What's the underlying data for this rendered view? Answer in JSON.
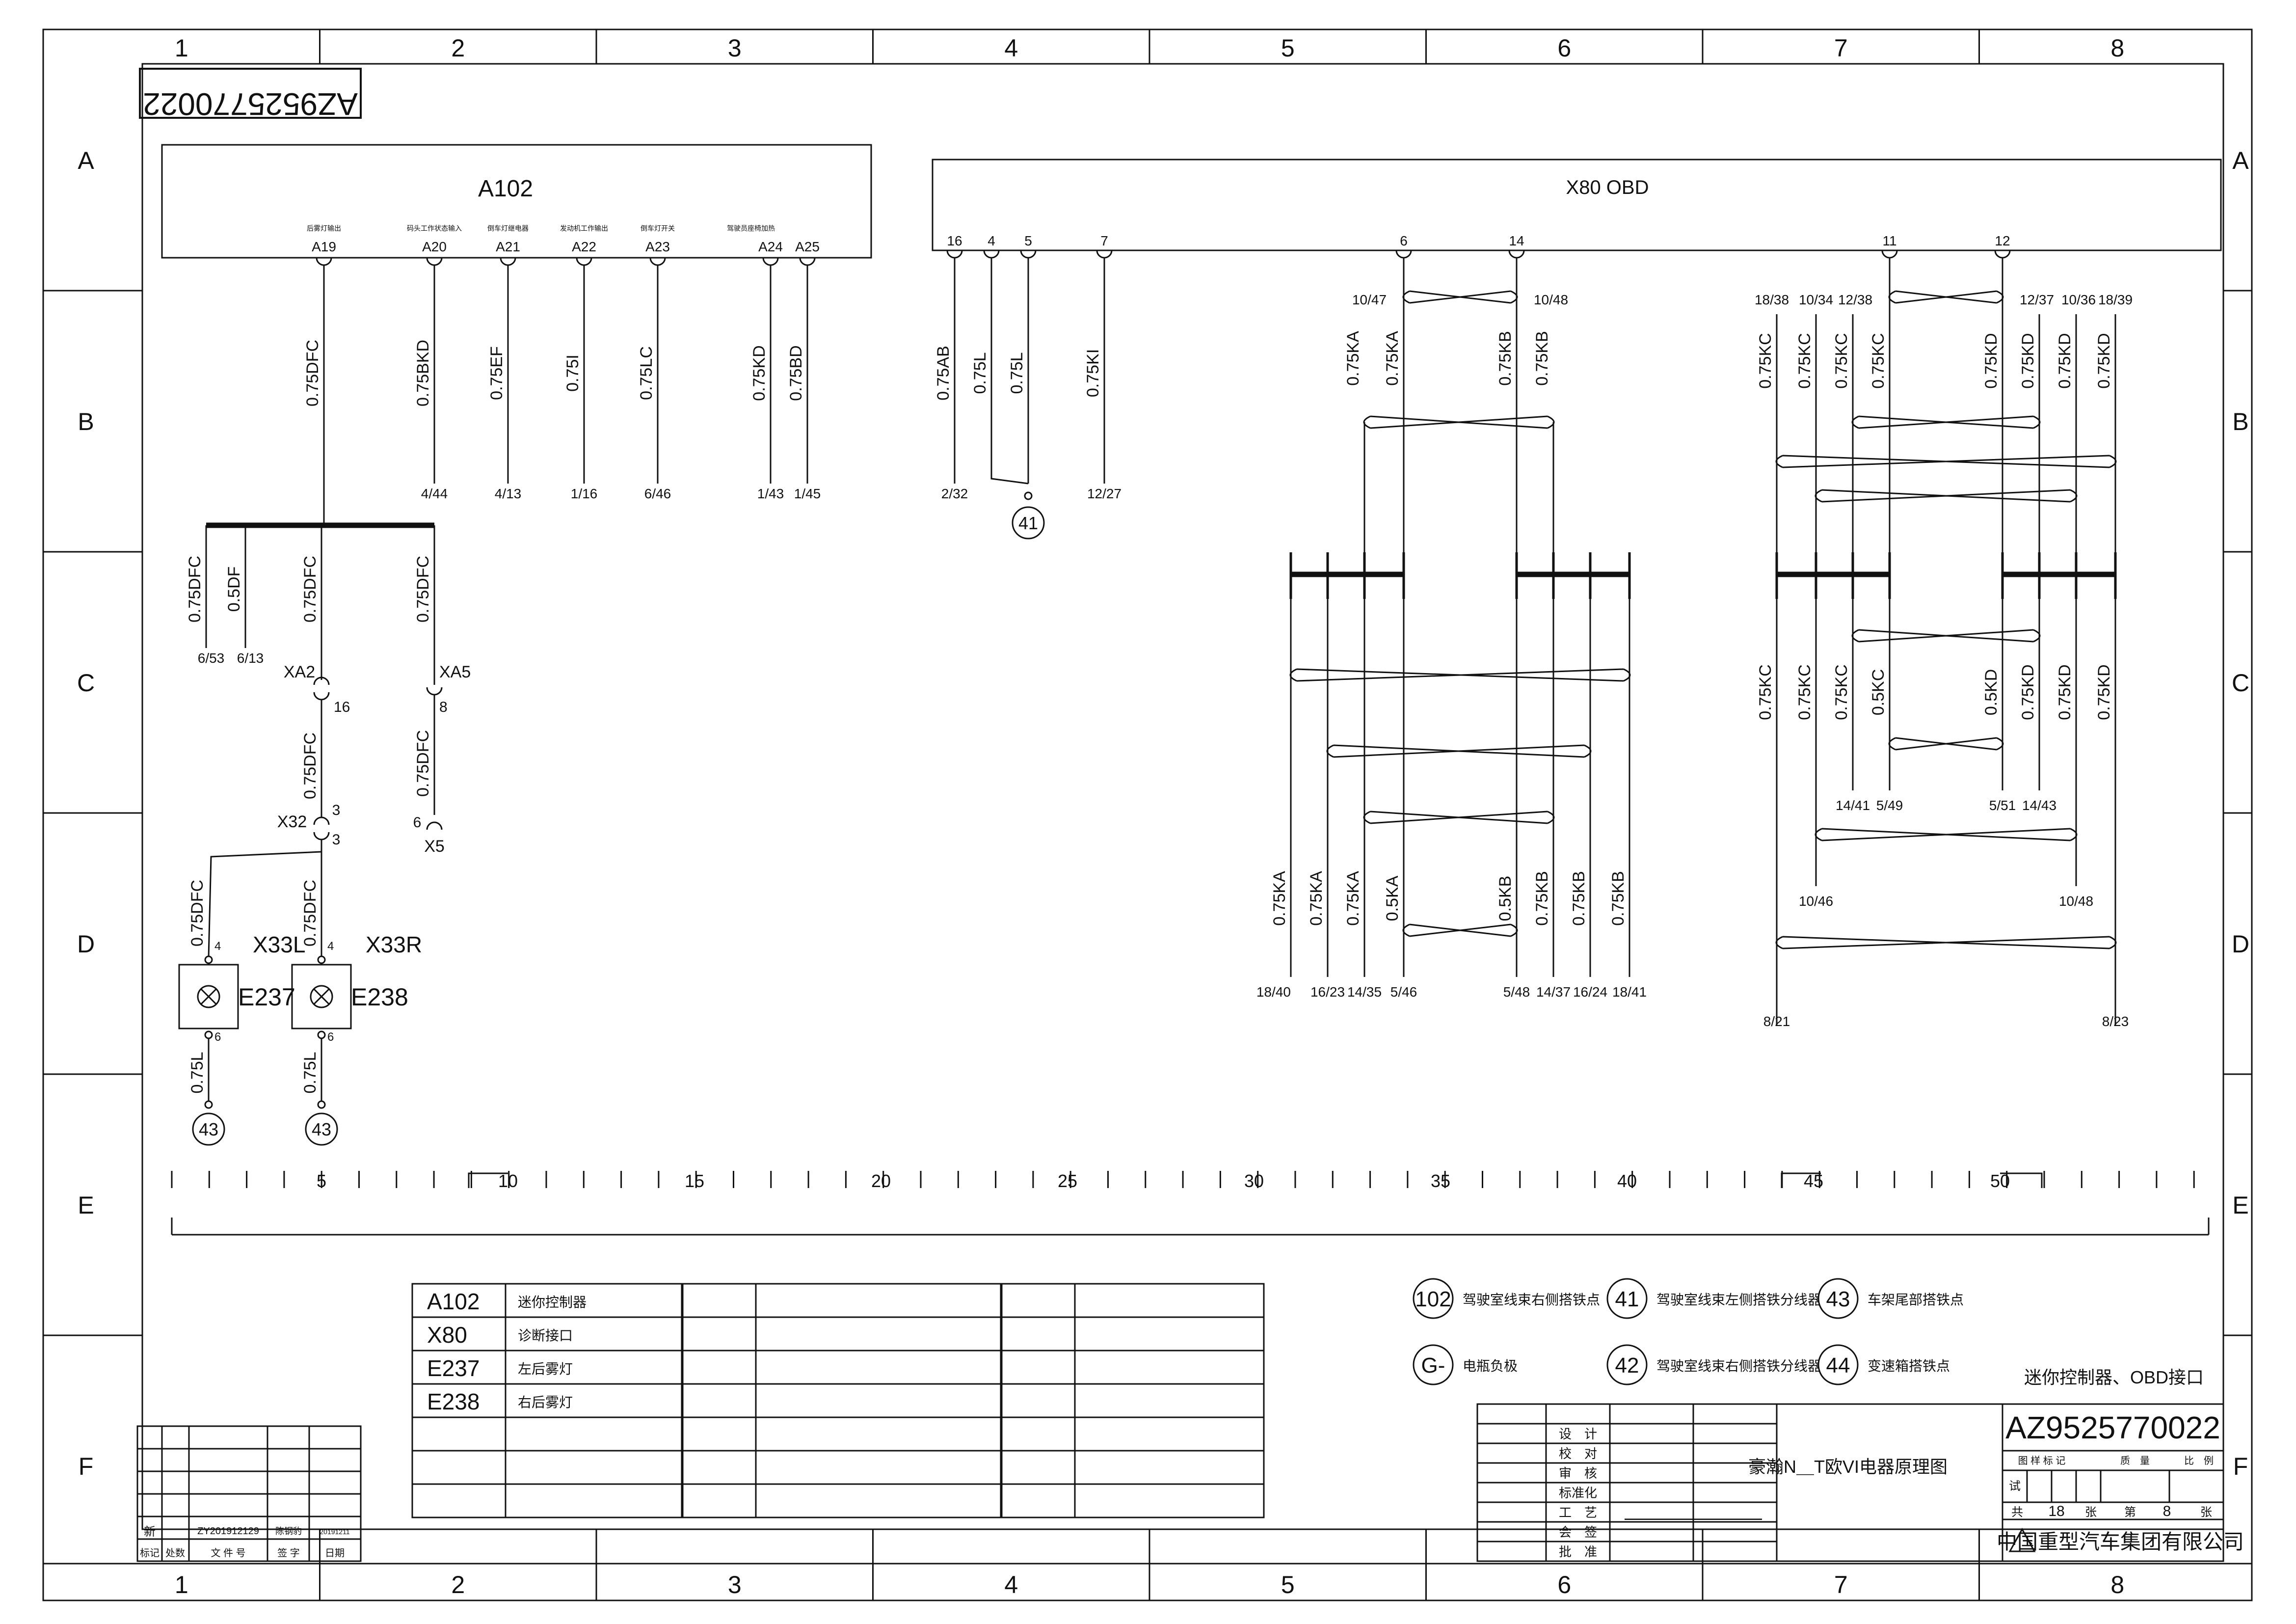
{
  "drawing_code_rotated": "AZ9525770022",
  "grid": {
    "columns": [
      "1",
      "2",
      "3",
      "4",
      "5",
      "6",
      "7",
      "8"
    ],
    "rows": [
      "A",
      "B",
      "C",
      "D",
      "E",
      "F"
    ]
  },
  "a102": {
    "title": "A102",
    "pin_descriptions": [
      "后雾灯输出",
      "码头工作状态输入",
      "倒车灯继电器",
      "发动机工作输出",
      "倒车灯开关",
      "驾驶员座椅加热"
    ],
    "pins": [
      {
        "pin": "A19",
        "wire": "0.75DFC",
        "dest": ""
      },
      {
        "pin": "A20",
        "wire": "0.75BKD",
        "dest": "4/44"
      },
      {
        "pin": "A21",
        "wire": "0.75EF",
        "dest": "4/13"
      },
      {
        "pin": "A22",
        "wire": "0.75I",
        "dest": "1/16"
      },
      {
        "pin": "A23",
        "wire": "0.75LC",
        "dest": "6/46"
      },
      {
        "pin": "A24",
        "wire": "0.75KD",
        "dest": "1/43"
      },
      {
        "pin": "A25",
        "wire": "0.75BD",
        "dest": "1/45"
      }
    ]
  },
  "x80": {
    "title": "X80 OBD",
    "pins_left": [
      {
        "pin": "16",
        "wire": "0.75AB",
        "dest": "2/32"
      },
      {
        "pin": "4",
        "wire": "0.75L",
        "dest": ""
      },
      {
        "pin": "5",
        "wire": "0.75L",
        "dest": ""
      },
      {
        "pin": "7",
        "wire": "0.75KI",
        "dest": "12/27"
      }
    ],
    "ground_41": "41",
    "pins_right": [
      "6",
      "14",
      "11",
      "12"
    ],
    "refs_top": [
      "10/47",
      "10/48",
      "18/38",
      "10/34",
      "12/38",
      "12/37",
      "10/36",
      "18/39"
    ],
    "wires_mid_left": [
      "0.75KA",
      "0.75KA",
      "0.75KB",
      "0.75KB"
    ],
    "wires_mid_right": [
      "0.75KC",
      "0.75KC",
      "0.75KC",
      "0.75KC",
      "0.75KD",
      "0.75KD",
      "0.75KD",
      "0.75KD"
    ],
    "wires_low_left": [
      "0.75KA",
      "0.75KA",
      "0.75KA",
      "0.5KA",
      "0.5KB",
      "0.75KB",
      "0.75KB",
      "0.75KB"
    ],
    "refs_low_left": [
      "18/40",
      "16/23",
      "14/35",
      "5/46",
      "5/48",
      "14/37",
      "16/24",
      "18/41"
    ],
    "wires_low_right": [
      "0.75KC",
      "0.75KC",
      "0.75KC",
      "0.5KC",
      "0.5KD",
      "0.75KD",
      "0.75KD",
      "0.75KD"
    ],
    "refs_mid_right": [
      "14/41",
      "5/49",
      "5/51",
      "14/43"
    ],
    "refs_r2": [
      "10/46",
      "10/48"
    ],
    "refs_r3": [
      "8/21",
      "8/23"
    ]
  },
  "lamps": {
    "bus_wires": [
      "0.75DFC",
      "0.5DF",
      "0.75DFC",
      "0.75DFC"
    ],
    "bus_refs": [
      "6/53",
      "6/13"
    ],
    "xa2": "XA2",
    "xa2_pin": "16",
    "xa5": "XA5",
    "xa5_pin": "8",
    "wire_mid": "0.75DFC",
    "wire_x5": "0.75DFC",
    "x32": "X32",
    "x32_pin_a": "3",
    "x32_pin_b": "3",
    "x5": "X5",
    "x5_pin": "6",
    "wire_left": "0.75DFC",
    "wire_right": "0.75DFC",
    "x33l": "X33L",
    "x33r": "X33R",
    "pin4": "4",
    "pin6": "6",
    "e237": "E237",
    "e238": "E238",
    "wire_gnd": "0.75L",
    "gnd": "43"
  },
  "ruler": [
    "5",
    "10",
    "15",
    "20",
    "25",
    "30",
    "35",
    "40",
    "45",
    "50"
  ],
  "component_table": [
    {
      "code": "A102",
      "desc": "迷你控制器"
    },
    {
      "code": "X80",
      "desc": "诊断接口"
    },
    {
      "code": "E237",
      "desc": "左后雾灯"
    },
    {
      "code": "E238",
      "desc": "右后雾灯"
    }
  ],
  "ground_legend": [
    {
      "sym": "102",
      "text": "驾驶室线束右侧搭铁点"
    },
    {
      "sym": "41",
      "text": "驾驶室线束左侧搭铁分线器"
    },
    {
      "sym": "43",
      "text": "车架尾部搭铁点"
    },
    {
      "sym": "G-",
      "text": "电瓶负极"
    },
    {
      "sym": "42",
      "text": "驾驶室线束右侧搭铁分线器"
    },
    {
      "sym": "44",
      "text": "变速箱搭铁点"
    }
  ],
  "sheet_title": "迷你控制器、OBD接口",
  "revision": {
    "mark": "新",
    "doc_no": "ZY201912129",
    "signer": "陈钢豹",
    "date": "20191211",
    "headers": [
      "标记",
      "处数",
      "文 件 号",
      "签 字",
      "日期"
    ]
  },
  "title_block": {
    "roles": [
      "设　计",
      "校　对",
      "审　核",
      "标准化",
      "工　艺",
      "会　签",
      "批　准"
    ],
    "drawing_name": "豪瀚N＿T欧VI电器原理图",
    "dashes": "———————",
    "drawing_no": "AZ9525770022",
    "header_row": [
      "图 样 标 记",
      "质　量",
      "比　例"
    ],
    "trial": "试",
    "total_label": "共",
    "total": "18",
    "sheets": "张",
    "page_label": "第",
    "page": "8",
    "page_unit": "张",
    "company": "中国重型汽车集团有限公司"
  }
}
